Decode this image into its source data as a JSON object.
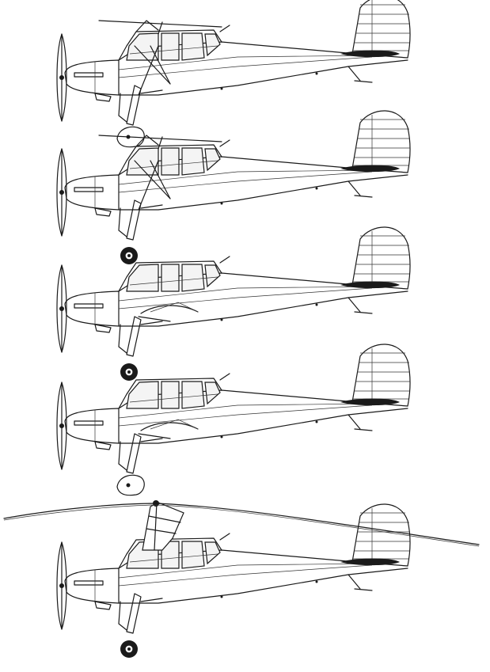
{
  "drawing": {
    "ink_color": "#1a1a1a",
    "background_color": "#ffffff",
    "variants": [
      {
        "id": "variant-1",
        "landing_gear": "ski",
        "strut": "external-braced",
        "rotor": false
      },
      {
        "id": "variant-2",
        "landing_gear": "wheel",
        "strut": "external-braced",
        "rotor": false
      },
      {
        "id": "variant-3",
        "landing_gear": "wheel",
        "strut": "cantilever",
        "rotor": false
      },
      {
        "id": "variant-4",
        "landing_gear": "ski",
        "strut": "cantilever",
        "rotor": false
      },
      {
        "id": "variant-5",
        "landing_gear": "wheel",
        "strut": "pylon",
        "rotor": true
      }
    ]
  }
}
